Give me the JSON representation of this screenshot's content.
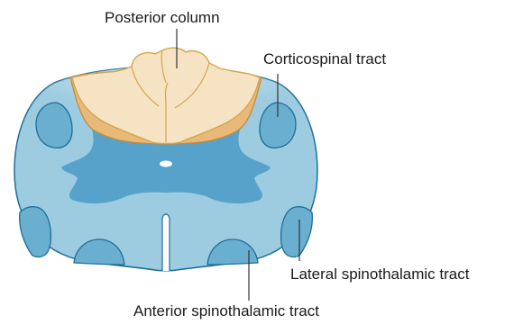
{
  "labels": {
    "posterior_column": "Posterior column",
    "corticospinal_tract": "Corticospinal tract",
    "lateral_spinothalamic_tract": "Lateral spinothalamic tract",
    "anterior_spinothalamic_tract": "Anterior spinothalamic tract"
  },
  "colors": {
    "cord_outer": "#9dcbe0",
    "cord_stroke": "#1f6f9a",
    "white_highlight": "#e6f2f8",
    "gray_matter": "#4b9bc5",
    "tract_fill": "#6aafd0",
    "posterior_column_fill": "#f6e3c4",
    "posterior_column_edge": "#d4a54a",
    "corticospinal_band": "#e9b97a",
    "canal": "#ffffff",
    "leader_line": "#333333"
  }
}
